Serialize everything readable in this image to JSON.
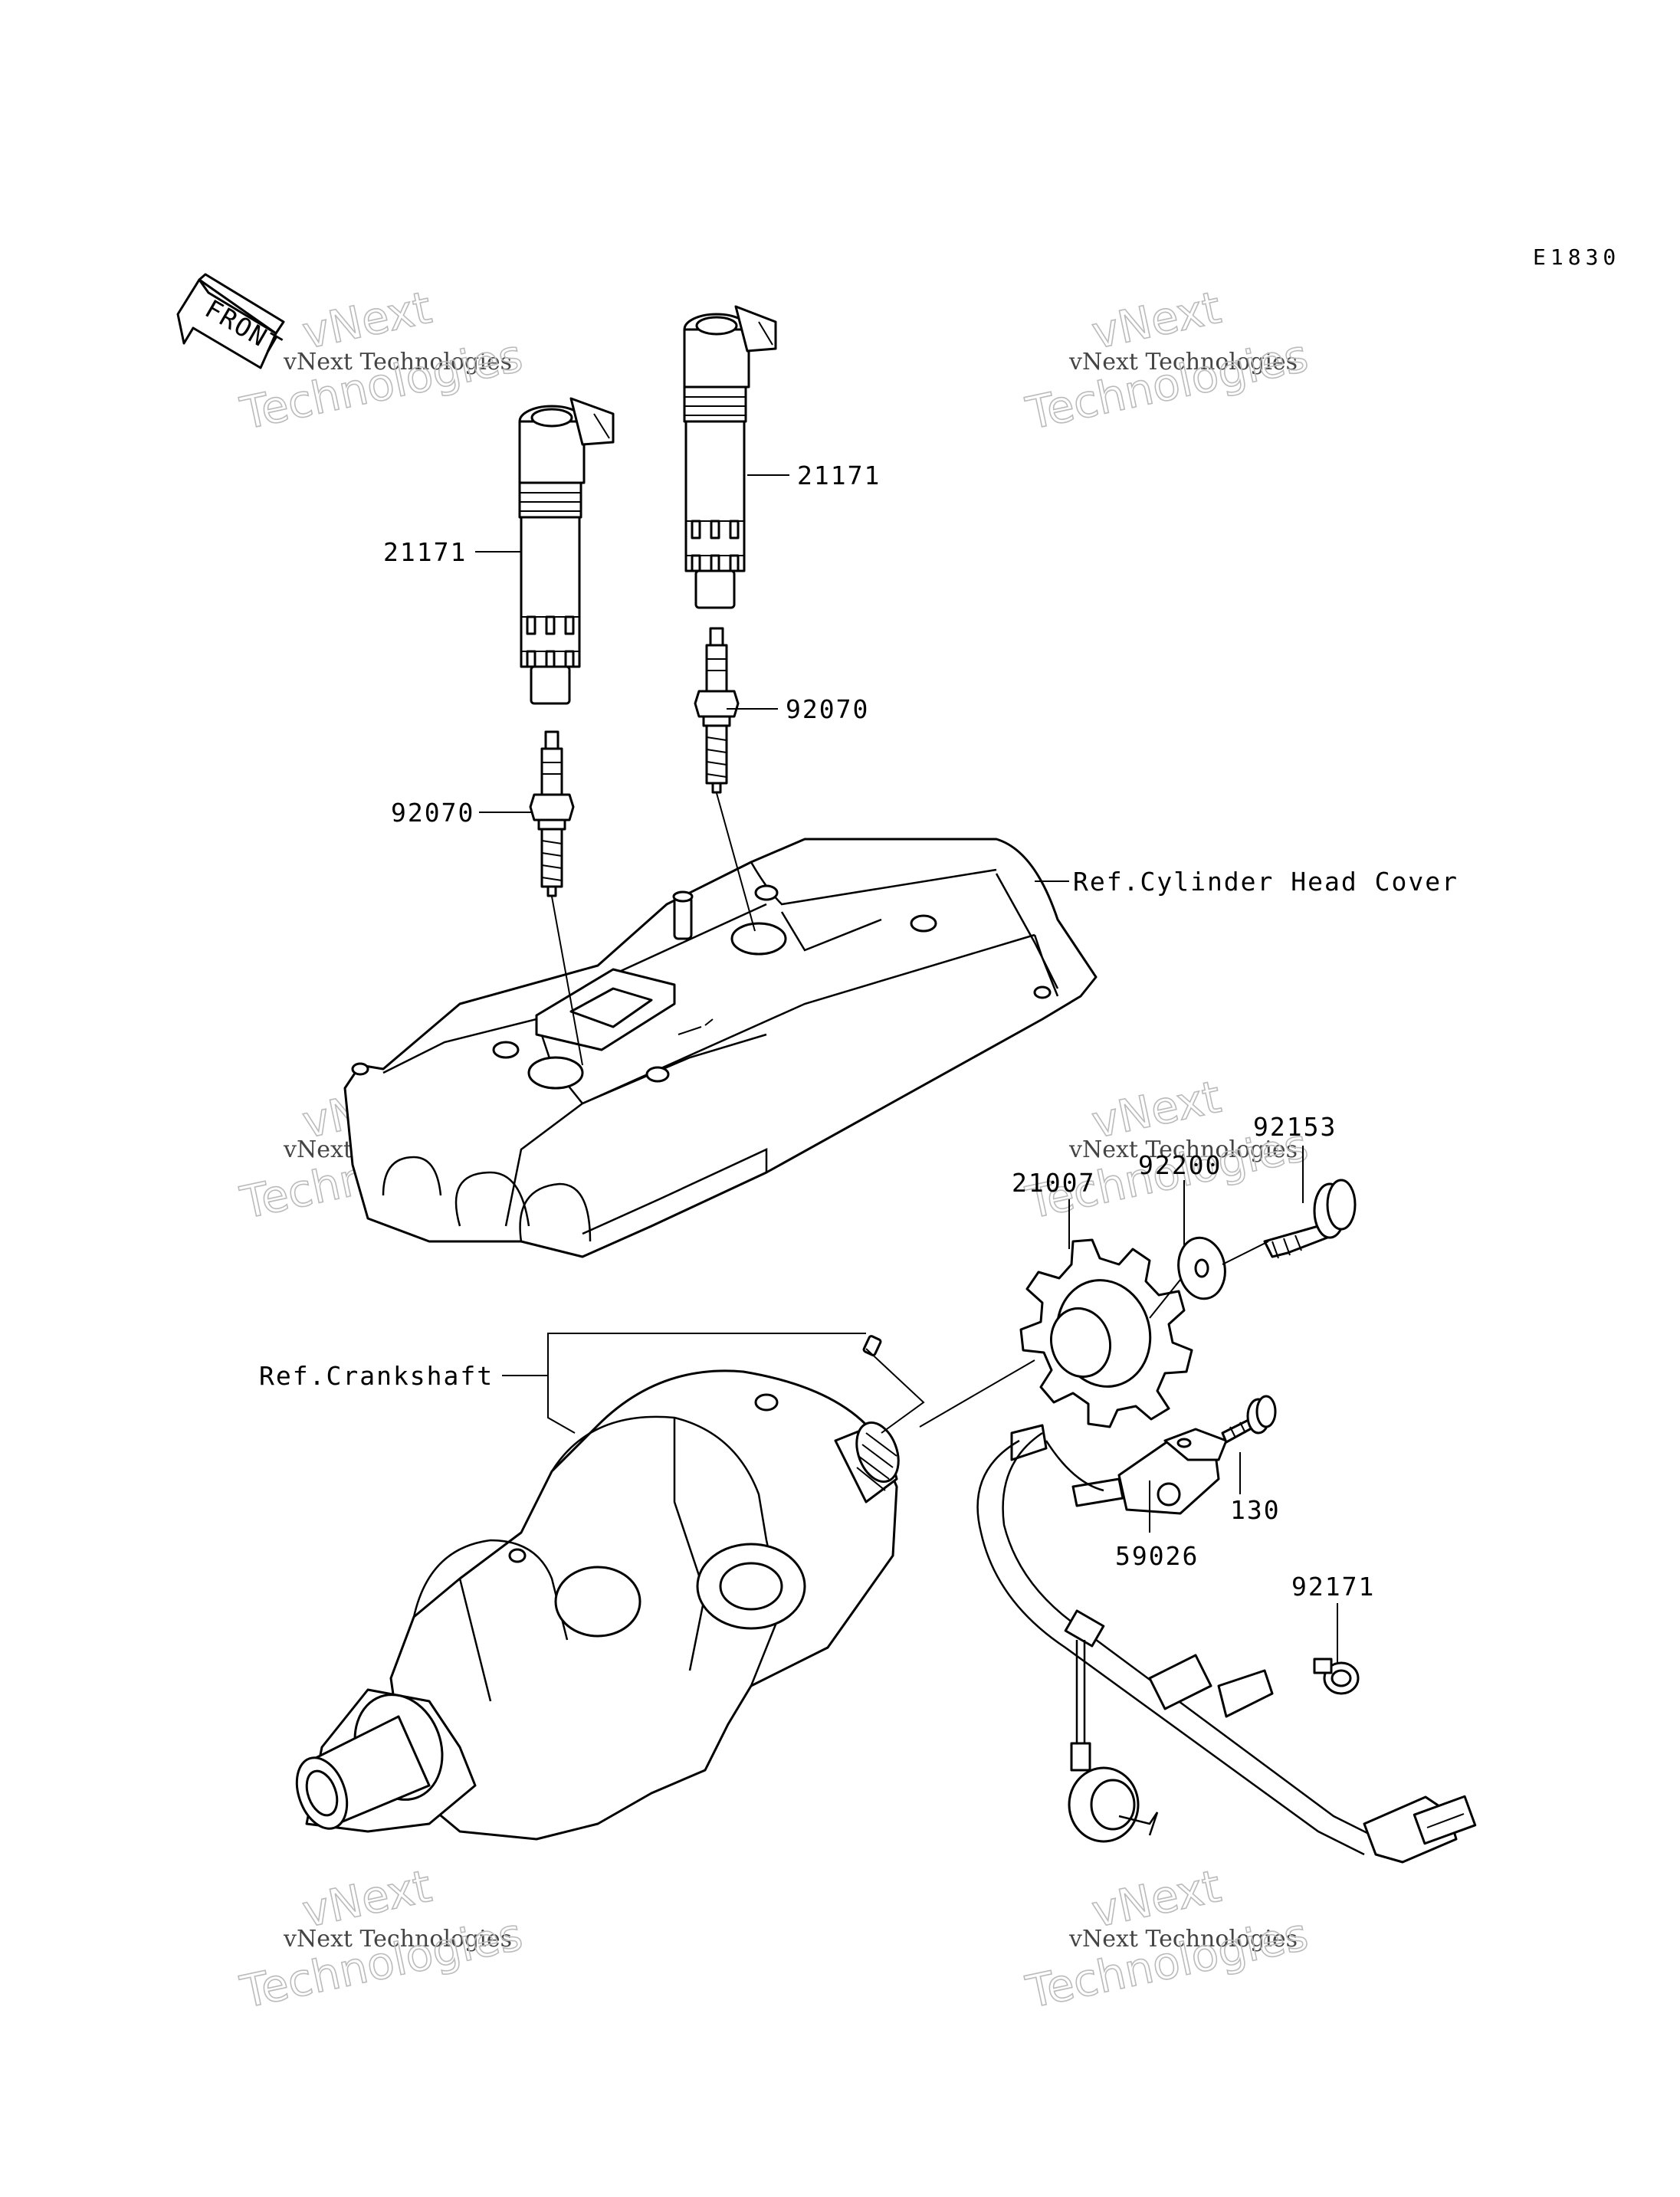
{
  "diagram_code": "E1830",
  "front_arrow_label": "FRONT",
  "watermark": {
    "line1": "vNext Technologies",
    "line2": "vNext",
    "line3": "Technologies"
  },
  "callouts": {
    "coil_left": "21171",
    "coil_right": "21171",
    "plug_left": "92070",
    "plug_right": "92070",
    "cylinder_head_cover": "Ref.Cylinder Head Cover",
    "bolt_92153": "92153",
    "washer_92200": "92200",
    "rotor_21007": "21007",
    "crankshaft": "Ref.Crankshaft",
    "bolt_130": "130",
    "sensor_59026": "59026",
    "clamp_92171": "92171"
  }
}
